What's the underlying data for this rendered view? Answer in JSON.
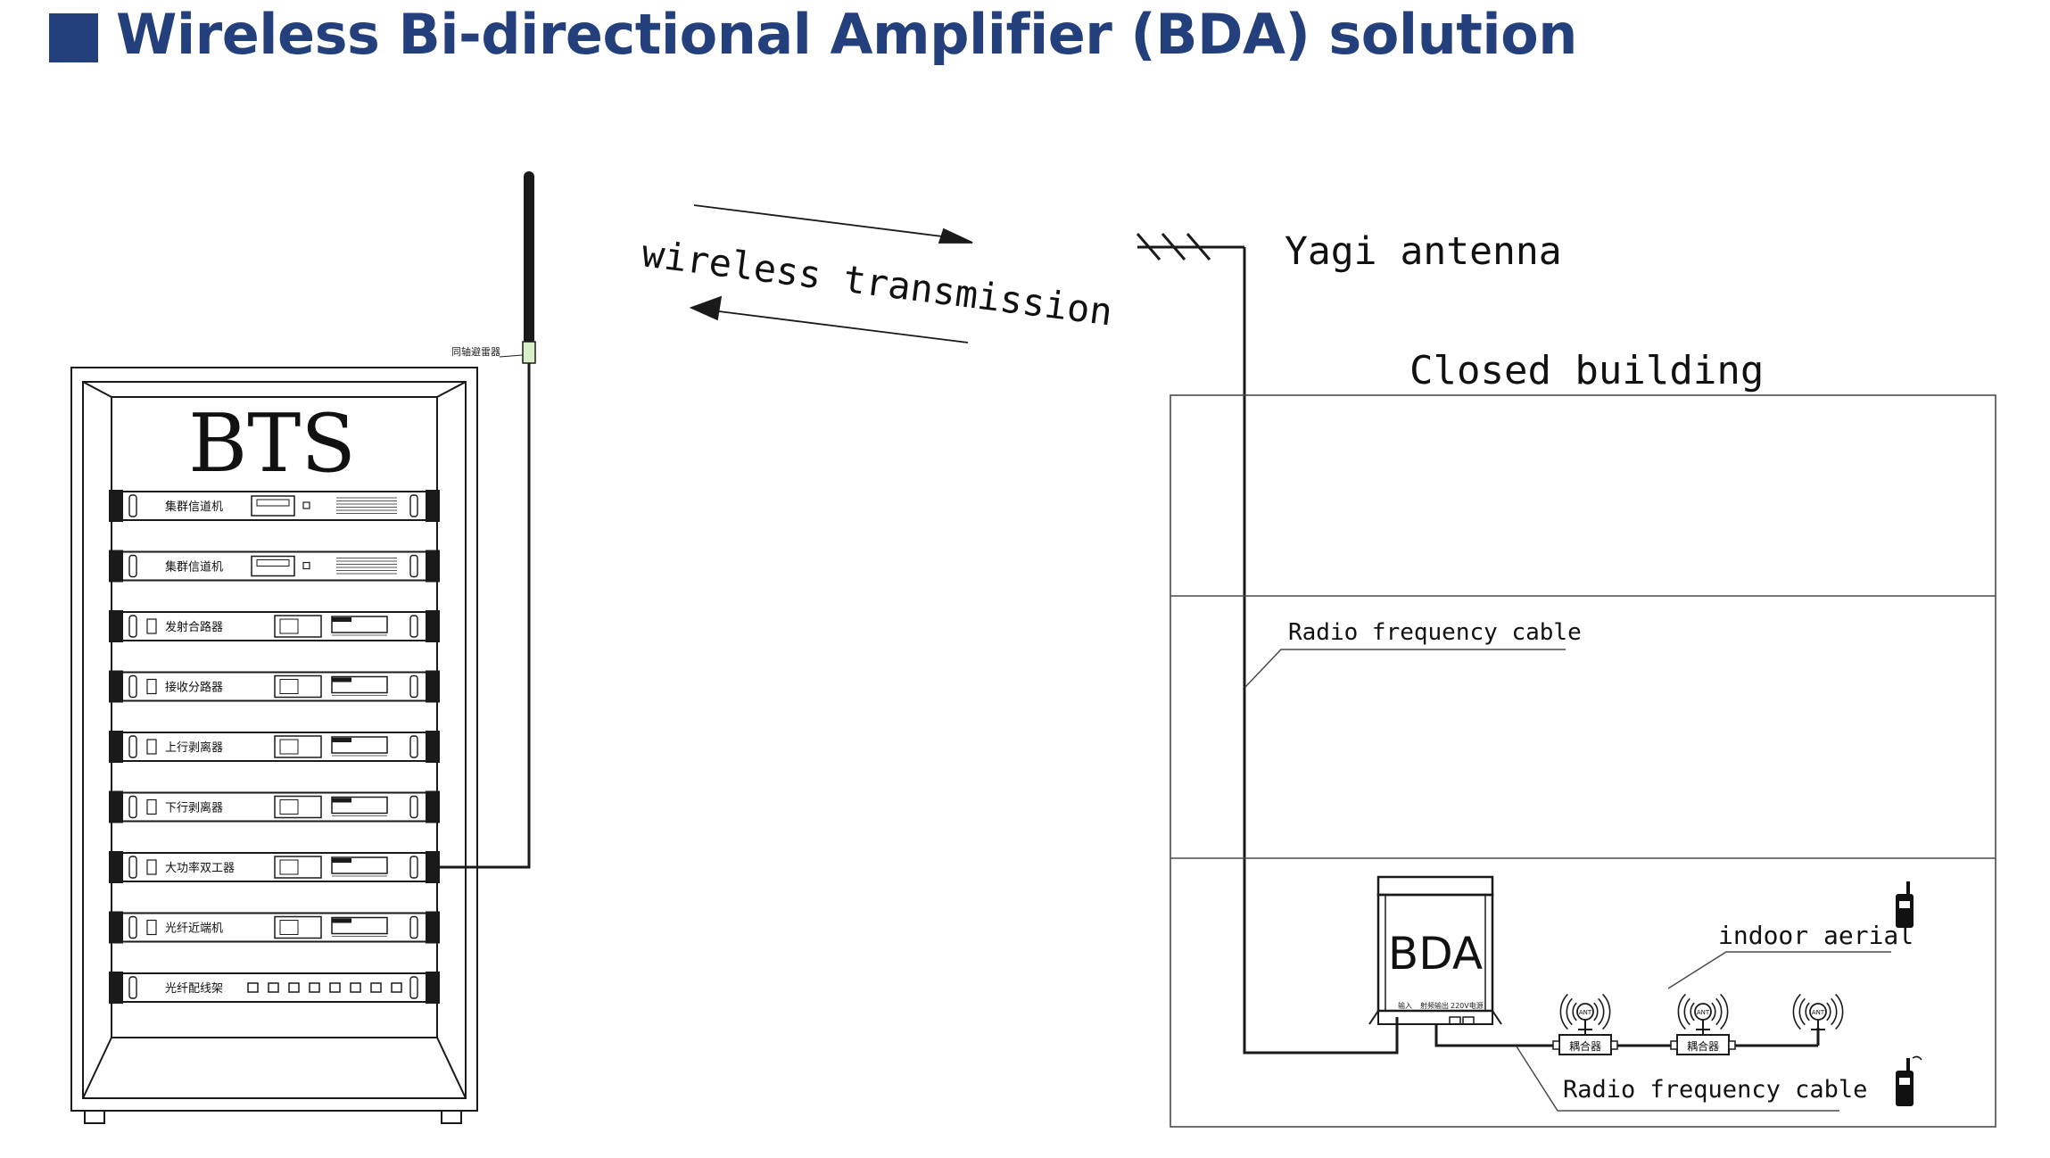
{
  "title": "Wireless Bi-directional Amplifier (BDA) solution",
  "colors": {
    "title": "#233f7c",
    "line": "#1a1a1a",
    "panel": "#d9d9d9"
  },
  "bts": {
    "label": "BTS",
    "lightning_arrester_label": "同轴避雷器",
    "units": [
      "集群信道机",
      "集群信道机",
      "发射合路器",
      "接收分路器",
      "上行剥离器",
      "下行剥离器",
      "大功率双工器",
      "光纤近端机",
      "光纤配线架"
    ]
  },
  "wireless_label": "wireless transmission",
  "yagi_label": "Yagi antenna",
  "building_label": "Closed building",
  "rf_cable_label_upper": "Radio frequency cable",
  "rf_cable_label_lower": "Radio frequency cable",
  "indoor_aerial_label": "indoor aerial",
  "bda": {
    "label": "BDA",
    "port_labels": [
      "输入",
      "射频输出",
      "220V电源"
    ]
  },
  "coupler_label": "耦合器",
  "ant_label": "ANT"
}
